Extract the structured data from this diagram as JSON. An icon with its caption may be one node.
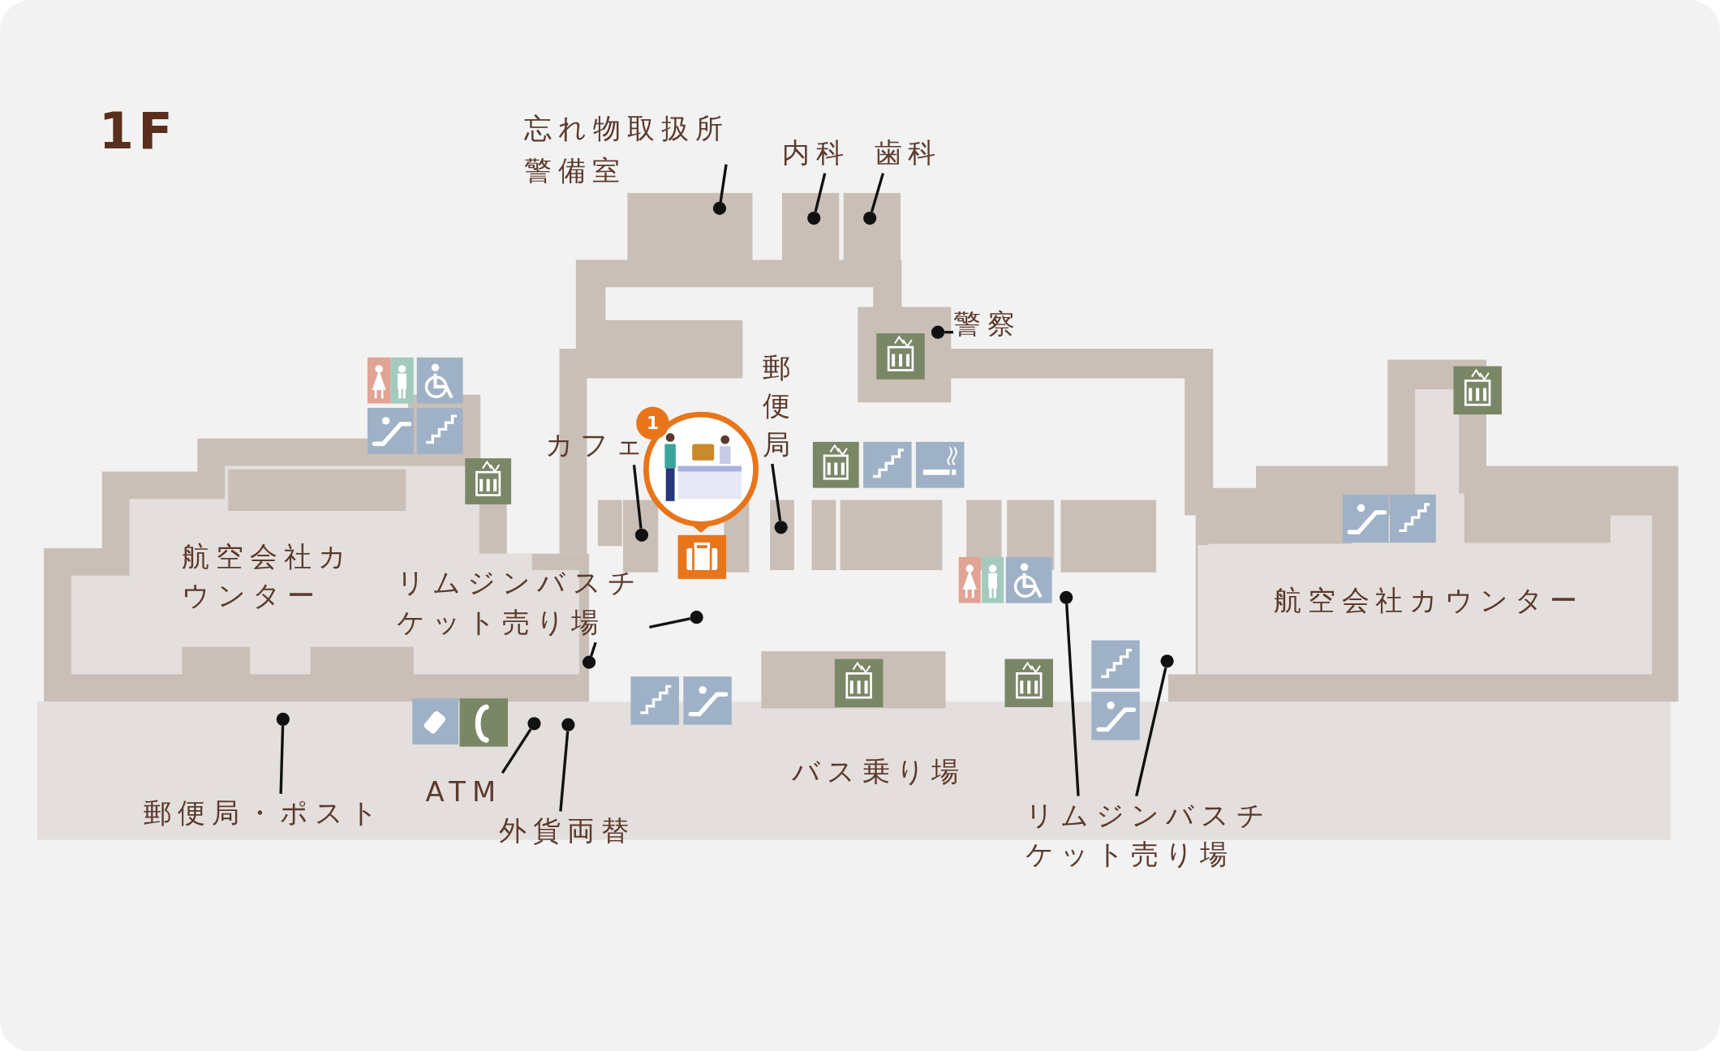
{
  "diagram": {
    "title": "1F",
    "nodes": [
      {
        "text": [
          "忘れ物取扱所",
          "警備室"
        ]
      },
      {
        "text": [
          "内科"
        ]
      },
      {
        "text": [
          "歯科"
        ]
      },
      {
        "text": [
          "警察"
        ]
      },
      {
        "text": [
          "郵便局"
        ]
      },
      {
        "text": [
          "カフェ"
        ]
      },
      {
        "text": [
          "リムジンバスチケット売り場"
        ]
      },
      {
        "text": [
          "郵便局・ポスト"
        ]
      },
      {
        "text": [
          "ATM"
        ]
      },
      {
        "text": [
          "外貨両替"
        ]
      },
      {
        "text": [
          "リムジンバスチケット売り場"
        ]
      },
      {
        "text": [],
        "shape": "circle"
      },
      {
        "text": [],
        "shape": "circle"
      },
      {
        "text": [],
        "shape": "circle"
      },
      {
        "text": [],
        "shape": "circle"
      },
      {
        "text": [],
        "shape": "circle"
      },
      {
        "text": [],
        "shape": "circle"
      },
      {
        "text": [],
        "shape": "circle"
      },
      {
        "text": [],
        "shape": "circle"
      },
      {
        "text": [],
        "shape": "circle"
      },
      {
        "text": [],
        "shape": "circle"
      },
      {
        "text": [],
        "shape": "circle"
      },
      {
        "text": [],
        "shape": "circle"
      },
      {
        "text": [],
        "shape": "circle"
      }
    ],
    "edges": [
      {
        "from": 0,
        "to": 11,
        "arrow": "none"
      },
      {
        "from": 1,
        "to": 12,
        "arrow": "none"
      },
      {
        "from": 2,
        "to": 13,
        "arrow": "none"
      },
      {
        "from": 3,
        "to": 14,
        "arrow": "none"
      },
      {
        "from": 4,
        "to": 15,
        "arrow": "none"
      },
      {
        "from": 5,
        "to": 16,
        "arrow": "none"
      },
      {
        "from": 6,
        "to": 18,
        "arrow": "none"
      },
      {
        "from": 6,
        "to": 20,
        "arrow": "none"
      },
      {
        "from": 7,
        "to": 21,
        "arrow": "none"
      },
      {
        "from": 8,
        "to": 22,
        "arrow": "none"
      },
      {
        "from": 9,
        "to": 23,
        "arrow": "none"
      },
      {
        "from": 10,
        "to": 17,
        "arrow": "none"
      },
      {
        "from": 10,
        "to": 19,
        "arrow": "none"
      }
    ],
    "labels": [
      "1",
      "航空会社カウンター",
      "航空会社カウンター",
      "バス乗り場"
    ]
  }
}
